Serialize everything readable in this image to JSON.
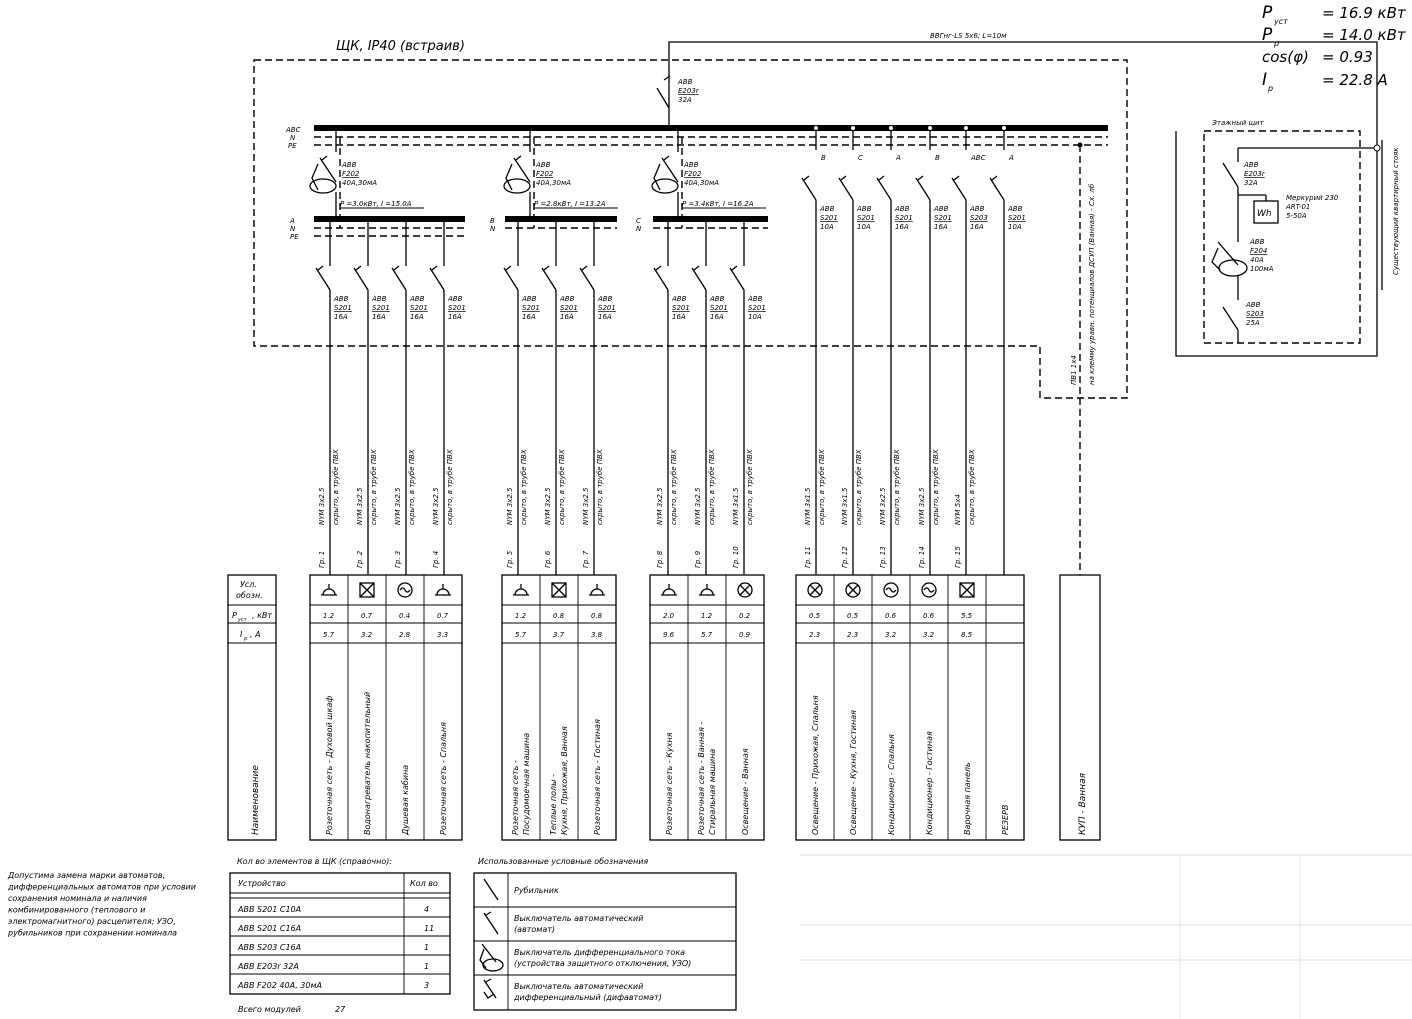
{
  "summary": {
    "rows": [
      {
        "label": "P",
        "sub": "уст",
        "value": "= 16.9 кВт"
      },
      {
        "label": "P",
        "sub": "р",
        "value": "= 14.0 кВт"
      },
      {
        "label": "cos(φ)",
        "sub": "",
        "value": "= 0.93"
      },
      {
        "label": "I",
        "sub": "р",
        "value": "= 22.8 A"
      }
    ]
  },
  "panel": {
    "title": "ЩК, IP40 (встраив)",
    "cable_in": "ВВГнг-LS 5х6; L=10м",
    "main_breaker": [
      "ABB",
      "E203r",
      "32A"
    ],
    "bus_labels": [
      "ABC",
      "N",
      "PE"
    ]
  },
  "rcbos": [
    {
      "id": "rcbo1",
      "lines": [
        "ABB",
        "F202",
        "40A,30мA"
      ],
      "load": "P =3.0кВт, I =15.0A",
      "phase": [
        "A",
        "N",
        "PE"
      ]
    },
    {
      "id": "rcbo2",
      "lines": [
        "ABB",
        "F202",
        "40A,30мA"
      ],
      "load": "P =2.8кВт, I =13.2A",
      "phase": [
        "B",
        "N"
      ]
    },
    {
      "id": "rcbo3",
      "lines": [
        "ABB",
        "F202",
        "40A,30мA"
      ],
      "load": "P =3.4кВт, I =16.2A",
      "phase": [
        "C",
        "N"
      ]
    }
  ],
  "direct_breakers": [
    {
      "phase": "B",
      "lines": [
        "ABB",
        "S201",
        "10A"
      ]
    },
    {
      "phase": "C",
      "lines": [
        "ABB",
        "S201",
        "10A"
      ]
    },
    {
      "phase": "A",
      "lines": [
        "ABB",
        "S201",
        "16A"
      ]
    },
    {
      "phase": "B",
      "lines": [
        "ABB",
        "S201",
        "16A"
      ]
    },
    {
      "phase": "ABC",
      "lines": [
        "ABB",
        "S203",
        "16A"
      ]
    },
    {
      "phase": "A",
      "lines": [
        "ABB",
        "S201",
        "10A"
      ]
    }
  ],
  "sub_breakers": [
    [
      "ABB",
      "S201",
      "16A"
    ],
    [
      "ABB",
      "S201",
      "16A"
    ],
    [
      "ABB",
      "S201",
      "16A"
    ],
    [
      "ABB",
      "S201",
      "16A"
    ],
    [
      "ABB",
      "S201",
      "16A"
    ],
    [
      "ABB",
      "S201",
      "16A"
    ],
    [
      "ABB",
      "S201",
      "16A"
    ],
    [
      "ABB",
      "S201",
      "16A"
    ],
    [
      "ABB",
      "S201",
      "16A"
    ],
    [
      "ABB",
      "S201",
      "10A"
    ]
  ],
  "equip_bond": {
    "cable": "ПВ1 1х4",
    "text": "на клемму уравн. потенциалов ДСУП (Ванная) - Сх. лб"
  },
  "groups": [
    {
      "gr": "Гр. 1",
      "cable": "NYM 3х2.5",
      "install": "скрыто, в трубе ПВХ",
      "p": "1.2",
      "i": "5.7",
      "name": "Розеточная сеть - Духовой шкаф"
    },
    {
      "gr": "Гр. 2",
      "cable": "NYM 3х2.5",
      "install": "скрыто, в трубе ПВХ",
      "p": "0.7",
      "i": "3.2",
      "name": "Водонагреватель накопительный"
    },
    {
      "gr": "Гр. 3",
      "cable": "NYM 3х2.5",
      "install": "скрыто, в трубе ПВХ",
      "p": "0.4",
      "i": "2.8",
      "name": "Душевая кабина"
    },
    {
      "gr": "Гр. 4",
      "cable": "NYM 3х2.5",
      "install": "скрыто, в трубе ПВХ",
      "p": "0.7",
      "i": "3.3",
      "name": "Розеточная сеть - Спальня"
    },
    {
      "gr": "Гр. 5",
      "cable": "NYM 3х2.5",
      "install": "скрыто, в трубе ПВХ",
      "p": "1.2",
      "i": "5.7",
      "name": "Розеточная сеть - Посудомоечная машина"
    },
    {
      "gr": "Гр. 6",
      "cable": "NYM 3х2.5",
      "install": "скрыто, в трубе ПВХ",
      "p": "0.8",
      "i": "3.7",
      "name": "Теплые полы - Кухня, Прихожая, Ванная"
    },
    {
      "gr": "Гр. 7",
      "cable": "NYM 3х2.5",
      "install": "скрыто, в трубе ПВХ",
      "p": "0.8",
      "i": "3.8",
      "name": "Розеточная сеть - Гостиная"
    },
    {
      "gr": "Гр. 8",
      "cable": "NYM 3х2.5",
      "install": "скрыто, в трубе ПВХ",
      "p": "2.0",
      "i": "9.6",
      "name": "Розеточная сеть - Кухня"
    },
    {
      "gr": "Гр. 9",
      "cable": "NYM 3х2.5",
      "install": "скрыто, в трубе ПВХ",
      "p": "1.2",
      "i": "5.7",
      "name": "Розеточная сеть - Ванная - Стиральная машина"
    },
    {
      "gr": "Гр. 10",
      "cable": "NYM 3х1.5",
      "install": "скрыто, в трубе ПВХ",
      "p": "0.2",
      "i": "0.9",
      "name": "Освещение - Ванная"
    },
    {
      "gr": "Гр. 11",
      "cable": "NYM 3х1.5",
      "install": "скрыто, в трубе ПВХ",
      "p": "0.5",
      "i": "2.3",
      "name": "Освещение - Прихожая, Спальня"
    },
    {
      "gr": "Гр. 12",
      "cable": "NYM 3х1.5",
      "install": "скрыто, в трубе ПВХ",
      "p": "0.5",
      "i": "2.3",
      "name": "Освещение - Кухня, Гостиная"
    },
    {
      "gr": "Гр. 13",
      "cable": "NYM 3х2.5",
      "install": "скрыто, в трубе ПВХ",
      "p": "0.6",
      "i": "3.2",
      "name": "Кондиционер - Спальня"
    },
    {
      "gr": "Гр. 14",
      "cable": "NYM 3х2.5",
      "install": "скрыто, в трубе ПВХ",
      "p": "0.6",
      "i": "3.2",
      "name": "Кондиционер - Гостиная"
    },
    {
      "gr": "Гр. 15",
      "cable": "NYM 5х4",
      "install": "скрыто, в трубе ПВХ",
      "p": "5.5",
      "i": "8.5",
      "name": "Варочная панель"
    },
    {
      "gr": "",
      "cable": "",
      "install": "",
      "p": "",
      "i": "",
      "name": "РЕЗЕРВ"
    }
  ],
  "table_header": {
    "symbol": "Усл. обозн.",
    "p": "P   , кВт",
    "p_sub": "уст",
    "i": "I , A",
    "i_sub": "р",
    "name": "Наименование"
  },
  "kup": {
    "name": "КУП - Ванная"
  },
  "floor_panel": {
    "title": "Этажный щит",
    "breaker": [
      "ABB",
      "E203r",
      "32A"
    ],
    "meter": [
      "Меркурий 230",
      "ART-01",
      "5-50A"
    ],
    "meter_symbol": "Wh",
    "rcd": [
      "ABB",
      "F204",
      "40A",
      "100мA"
    ],
    "breaker2": [
      "ABB",
      "S203",
      "25A"
    ],
    "riser": "Существующий квартирный стояк"
  },
  "note": [
    "Допустима замена марки автоматов,",
    "дифференциальных автоматов при условии",
    "сохранения номинала и наличия",
    "комбинированного (теплового и",
    "электромагнитного) расцепителя; УЗО,",
    "рубильников при сохранении номинала"
  ],
  "count_table": {
    "title": "Кол во элементов в ЩК (справочно):",
    "headers": [
      "Устройство",
      "Кол во"
    ],
    "rows": [
      [
        "ABB S201 C10A",
        "4"
      ],
      [
        "ABB S201 C16A",
        "11"
      ],
      [
        "ABB S203 C16A",
        "1"
      ],
      [
        "ABB E203r 32A",
        "1"
      ],
      [
        "ABB F202 40A, 30мA",
        "3"
      ]
    ],
    "total_label": "Всего модулей",
    "total_value": "27"
  },
  "legend": {
    "title": "Использованные условные обозначения",
    "rows": [
      "Рубильник",
      "Выключатель автоматический (автомат)",
      "Выключатель дифференциального тока (устройство защитного отключения, УЗО)",
      "Выключатель автоматический дифференциальный (дифавтомат)"
    ]
  }
}
